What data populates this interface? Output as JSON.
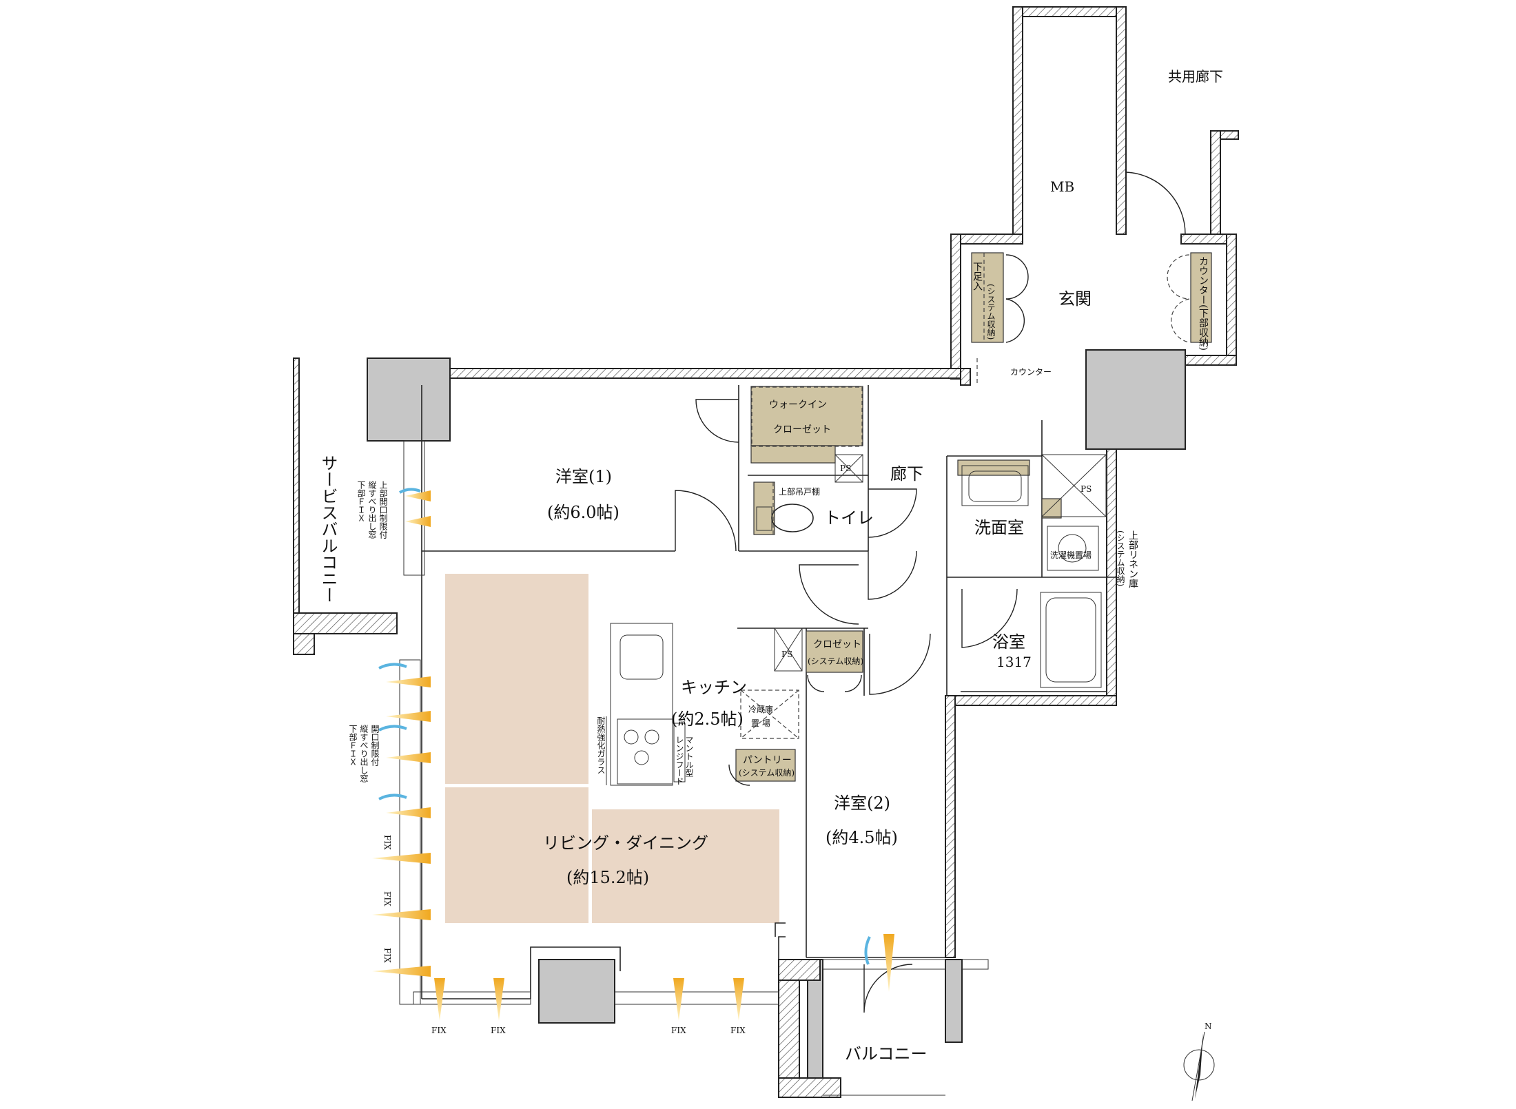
{
  "rooms": {
    "common_corridor": "共用廊下",
    "mb": "MB",
    "entrance": "玄関",
    "shoe_storage": "下足入",
    "shoe_storage_sub": "(システム収納)",
    "counter_storage": "カウンター(下部収納)",
    "counter": "カウンター",
    "western1": "洋室(1)",
    "western1_size": "(約6.0帖)",
    "walkin": "ウォークイン",
    "closet_word": "クローゼット",
    "ps": "PS",
    "upper_shelf": "上部吊戸棚",
    "toilet": "トイレ",
    "hallway": "廊下",
    "washroom": "洗面室",
    "washer": "洗濯機置場",
    "upper_linen": "上部リネン庫",
    "upper_linen_sub": "(システム収納)",
    "bath": "浴室",
    "bath_size": "1317",
    "closet2": "クロゼット",
    "closet2_sub": "(システム収納)",
    "kitchen": "キッチン",
    "kitchen_size": "(約2.5帖)",
    "fridge": "冷蔵庫",
    "fridge2": "置 場",
    "pantry": "パントリー",
    "pantry_sub": "(システム収納)",
    "glass": "耐熱強化ガラス",
    "hood": "マントル型",
    "hood2": "レンジフード",
    "western2": "洋室(2)",
    "western2_size": "(約4.5帖)",
    "living": "リビング・ダイニング",
    "living_size": "(約15.2帖)",
    "balcony": "バルコニー",
    "service_balcony": "サービスバルコニー",
    "window_note1": "上部開口制限付",
    "window_note2": "縦すべり出し窓",
    "window_note3": "下部ＦＩＸ",
    "window_note4": "開口制限付",
    "window_note5": "縦すべり出し窓",
    "window_note6": "下部ＦＩＸ",
    "fix": "FIX",
    "north": "N"
  }
}
